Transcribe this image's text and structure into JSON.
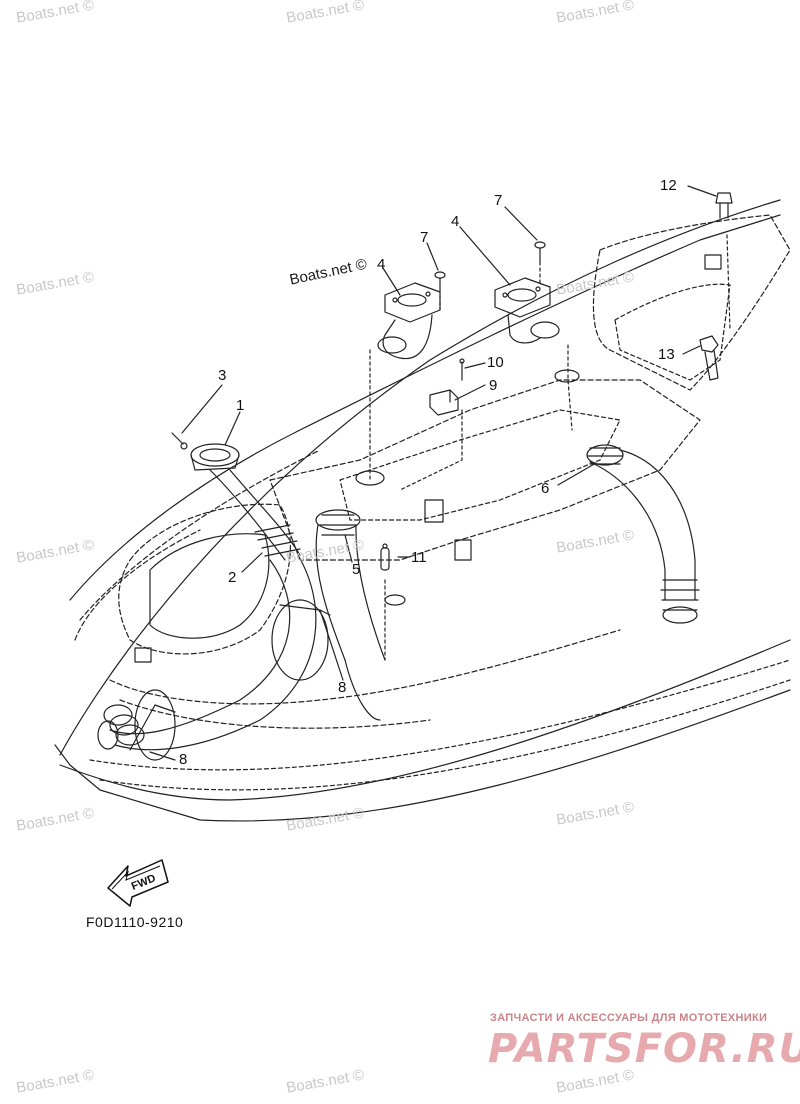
{
  "watermark": {
    "text": "Boats.net ©"
  },
  "callouts": {
    "c1": "1",
    "c2": "2",
    "c3": "3",
    "c4a": "4",
    "c4b": "4",
    "c5": "5",
    "c6": "6",
    "c7a": "7",
    "c7b": "7",
    "c8a": "8",
    "c8b": "8",
    "c9": "9",
    "c10": "10",
    "c11": "11",
    "c12": "12",
    "c13": "13"
  },
  "fwd_label": "FWD",
  "diagram_code": "F0D1110-9210",
  "brand": {
    "tagline": "ЗАПЧАСТИ И АКСЕССУАРЫ ДЛЯ МОТОТЕХНИКИ",
    "logo": "PARTSFOR.RU"
  }
}
